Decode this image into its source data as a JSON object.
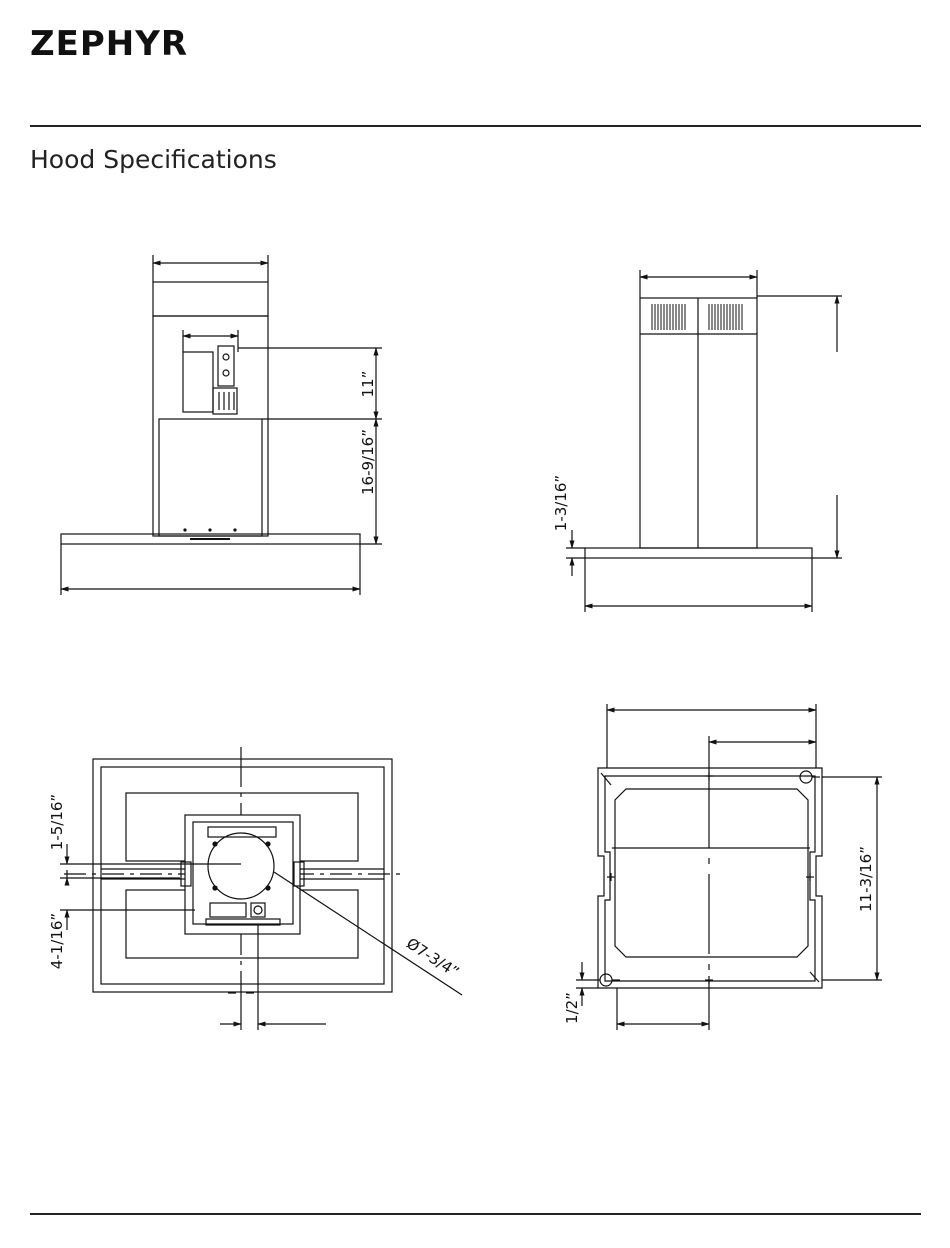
{
  "header": {
    "brand": "ZEPHYR",
    "section_title": "Hood Specifications"
  },
  "dimensions": {
    "front_view": {
      "upper_height": "11”",
      "lower_height": "16-9/16”"
    },
    "side_view": {
      "canopy_thickness": "1-3/16”"
    },
    "top_view": {
      "offset_upper": "1-5/16”",
      "offset_lower": "4-1/16”",
      "duct_diameter": "Ø7-3/4”"
    },
    "bracket_view": {
      "bracket_height": "11-3/16”",
      "hole_offset": "1/2”"
    }
  }
}
